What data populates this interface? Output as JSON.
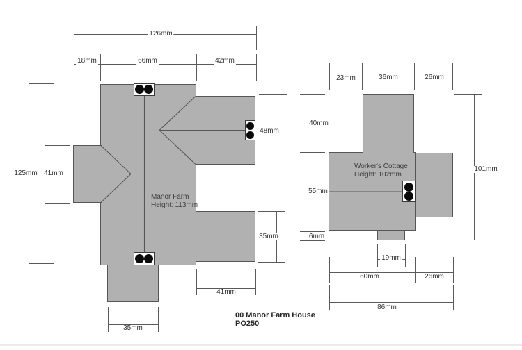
{
  "footer": {
    "line1": "00 Manor Farm House",
    "line2": "PO250"
  },
  "manor": {
    "name": "Manor Farm",
    "height_label": "Height: 113mm",
    "dims": {
      "total_width": "126mm",
      "left_offset": "18mm",
      "main_width": "66mm",
      "wing_width": "42mm",
      "total_height": "125mm",
      "left_ext_height": "41mm",
      "wing_height": "48mm",
      "lower_ext_height": "35mm",
      "lower_ext_width": "41mm",
      "bottom_ext_width": "35mm"
    }
  },
  "cottage": {
    "name": "Worker's Cottage",
    "height_label": "Height: 102mm",
    "dims": {
      "top_left": "23mm",
      "top_mid": "36mm",
      "top_right": "26mm",
      "upper_height": "40mm",
      "body_height": "55mm",
      "porch_height": "6mm",
      "total_height": "101mm",
      "porch_width": "19mm",
      "body_width": "60mm",
      "ext_width": "26mm",
      "total_width": "86mm"
    }
  },
  "colors": {
    "roof_fill": "#b1b1b1",
    "line": "#565656",
    "chimney_dot": "#0a0a0a",
    "background": "#ffffff"
  }
}
